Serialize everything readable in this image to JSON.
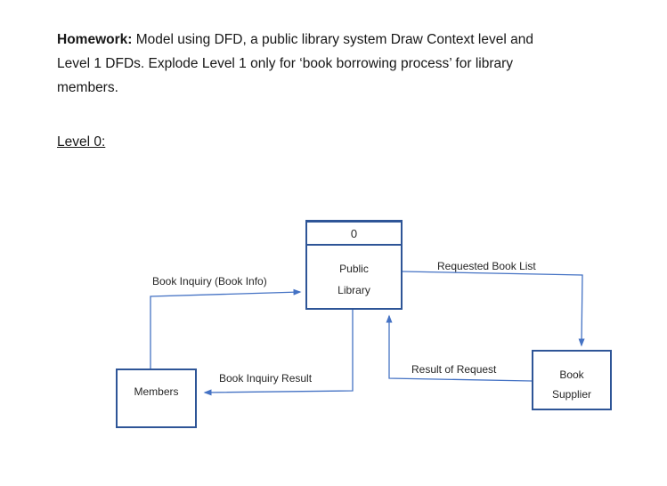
{
  "homework": {
    "label": "Homework:",
    "line1": " Model using DFD, a public library system Draw Context level and",
    "line2": "Level 1 DFDs. Explode Level 1 only for ‘book borrowing process’ for library",
    "line3": "members."
  },
  "section": {
    "label": "Level 0:"
  },
  "diagram": {
    "process": {
      "number": "0",
      "name_line1": "Public",
      "name_line2": "Library"
    },
    "members": {
      "name": "Members"
    },
    "supplier": {
      "name_line1": "Book",
      "name_line2": "Supplier"
    },
    "flows": {
      "book_inquiry": {
        "label": "Book Inquiry (Book Info)",
        "from": "Members",
        "to": "Public Library"
      },
      "requested_book_list": {
        "label": "Requested Book List",
        "from": "Public Library",
        "to": "Book Supplier"
      },
      "result_of_request": {
        "label": "Result of Request",
        "from": "Book Supplier",
        "to": "Public Library"
      },
      "book_inquiry_result": {
        "label": "Book Inquiry Result",
        "from": "Public Library",
        "to": "Members"
      }
    },
    "colors": {
      "box_border": "#2e5597",
      "arrow": "#4472c4",
      "text": "#262626"
    }
  }
}
